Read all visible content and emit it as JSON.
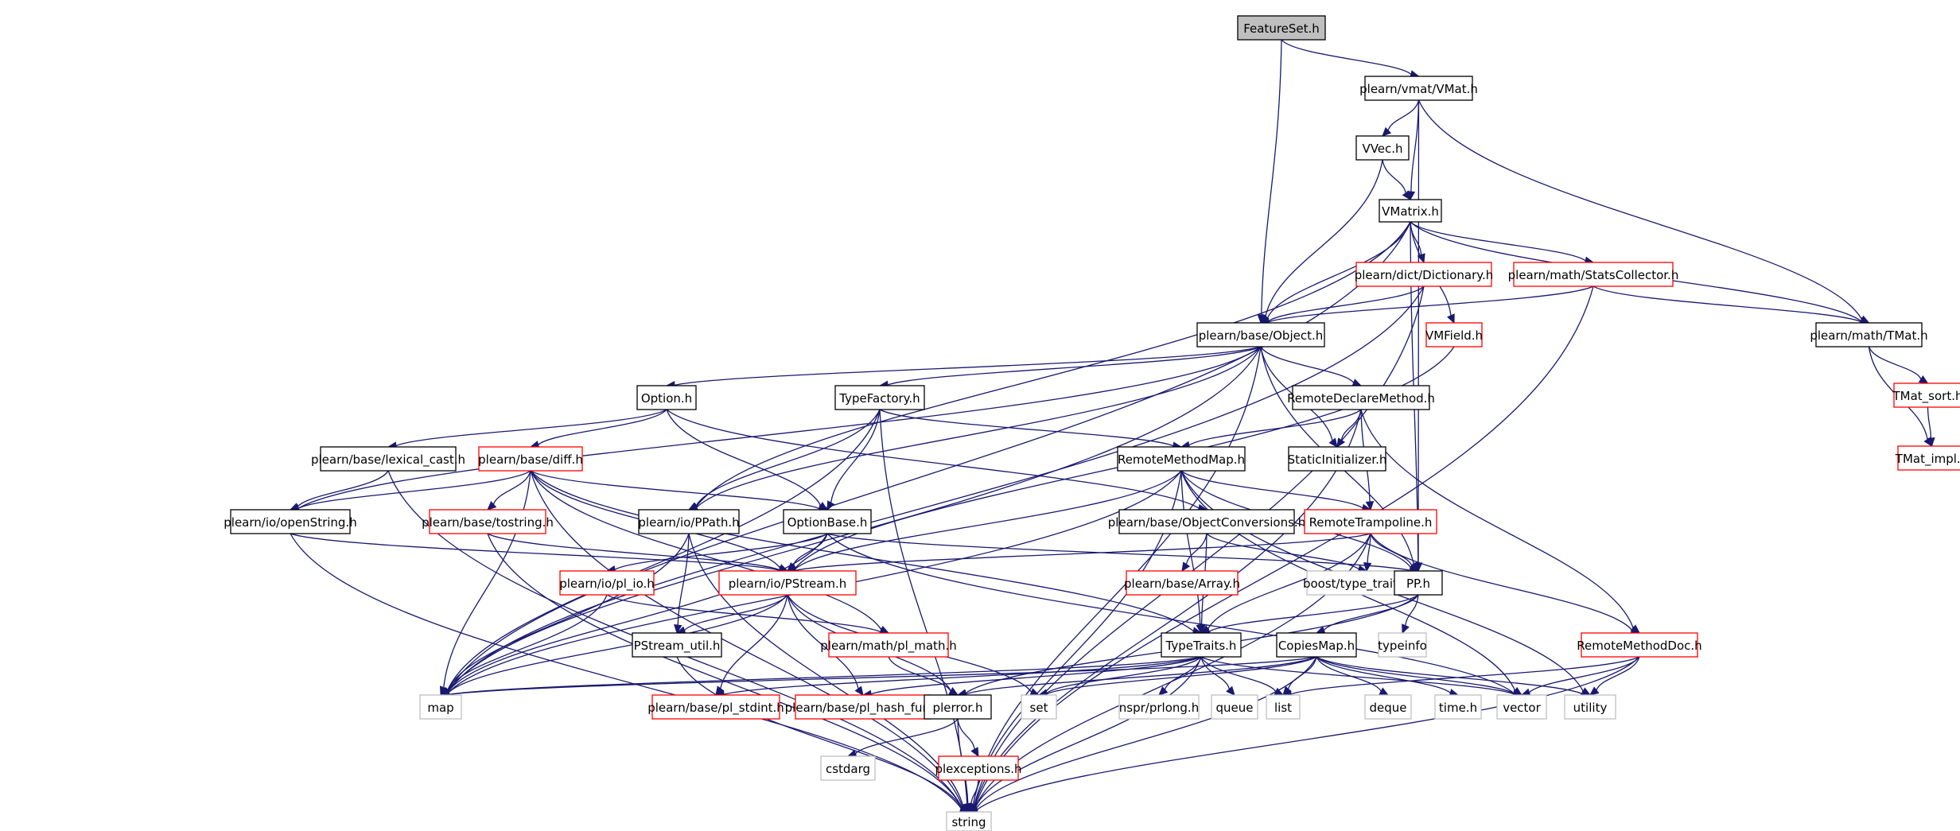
{
  "colors": {
    "edge": "#191970",
    "root_fill": "#bfbfbf",
    "border_normal": "#000000",
    "border_truncated": "#ff0000",
    "border_external": "#bfbfbf",
    "text": "#000000"
  },
  "nodes": [
    {
      "id": "featureset",
      "label": "FeatureSet.h",
      "kind": "root"
    },
    {
      "id": "vmat",
      "label": "plearn/vmat/VMat.h",
      "kind": "normal"
    },
    {
      "id": "vvec",
      "label": "VVec.h",
      "kind": "normal"
    },
    {
      "id": "vmatrix",
      "label": "VMatrix.h",
      "kind": "normal"
    },
    {
      "id": "dictionary",
      "label": "plearn/dict/Dictionary.h",
      "kind": "truncated"
    },
    {
      "id": "statscollector",
      "label": "plearn/math/StatsCollector.h",
      "kind": "truncated"
    },
    {
      "id": "object",
      "label": "plearn/base/Object.h",
      "kind": "normal"
    },
    {
      "id": "vmfield",
      "label": "VMField.h",
      "kind": "truncated"
    },
    {
      "id": "tmat",
      "label": "plearn/math/TMat.h",
      "kind": "normal"
    },
    {
      "id": "tmatsort",
      "label": "TMat_sort.h",
      "kind": "truncated"
    },
    {
      "id": "tmatimpl",
      "label": "TMat_impl.h",
      "kind": "truncated"
    },
    {
      "id": "option",
      "label": "Option.h",
      "kind": "normal"
    },
    {
      "id": "typefactory",
      "label": "TypeFactory.h",
      "kind": "normal"
    },
    {
      "id": "remotedeclare",
      "label": "RemoteDeclareMethod.h",
      "kind": "normal"
    },
    {
      "id": "lexicalcast",
      "label": "plearn/base/lexical_cast.h",
      "kind": "normal"
    },
    {
      "id": "diff",
      "label": "plearn/base/diff.h",
      "kind": "truncated"
    },
    {
      "id": "remotemethodmap",
      "label": "RemoteMethodMap.h",
      "kind": "normal"
    },
    {
      "id": "staticinit",
      "label": "StaticInitializer.h",
      "kind": "normal"
    },
    {
      "id": "openstring",
      "label": "plearn/io/openString.h",
      "kind": "normal"
    },
    {
      "id": "tostring",
      "label": "plearn/base/tostring.h",
      "kind": "truncated"
    },
    {
      "id": "ppath",
      "label": "plearn/io/PPath.h",
      "kind": "normal"
    },
    {
      "id": "optionbase",
      "label": "OptionBase.h",
      "kind": "normal"
    },
    {
      "id": "objconv",
      "label": "plearn/base/ObjectConversions.h",
      "kind": "normal"
    },
    {
      "id": "remotetramp",
      "label": "RemoteTrampoline.h",
      "kind": "truncated"
    },
    {
      "id": "array",
      "label": "plearn/base/Array.h",
      "kind": "truncated"
    },
    {
      "id": "plio",
      "label": "plearn/io/pl_io.h",
      "kind": "truncated"
    },
    {
      "id": "pstream",
      "label": "plearn/io/PStream.h",
      "kind": "truncated"
    },
    {
      "id": "boosttt",
      "label": "boost/type_traits.hpp",
      "kind": "external"
    },
    {
      "id": "pp",
      "label": "PP.h",
      "kind": "normal"
    },
    {
      "id": "typeinfo",
      "label": "typeinfo",
      "kind": "external"
    },
    {
      "id": "plmath",
      "label": "plearn/math/pl_math.h",
      "kind": "truncated"
    },
    {
      "id": "pstreamutil",
      "label": "PStream_util.h",
      "kind": "normal"
    },
    {
      "id": "typetraits",
      "label": "TypeTraits.h",
      "kind": "normal"
    },
    {
      "id": "copiesmap",
      "label": "CopiesMap.h",
      "kind": "normal"
    },
    {
      "id": "remotemethoddoc",
      "label": "RemoteMethodDoc.h",
      "kind": "truncated"
    },
    {
      "id": "map",
      "label": "map",
      "kind": "external"
    },
    {
      "id": "plstdint",
      "label": "plearn/base/pl_stdint.h",
      "kind": "truncated"
    },
    {
      "id": "plhashfun",
      "label": "plearn/base/pl_hash_fun.h",
      "kind": "truncated"
    },
    {
      "id": "set",
      "label": "set",
      "kind": "external"
    },
    {
      "id": "plerror",
      "label": "plerror.h",
      "kind": "normal"
    },
    {
      "id": "nspr",
      "label": "nspr/prlong.h",
      "kind": "external"
    },
    {
      "id": "queue",
      "label": "queue",
      "kind": "external"
    },
    {
      "id": "list",
      "label": "list",
      "kind": "external"
    },
    {
      "id": "deque",
      "label": "deque",
      "kind": "external"
    },
    {
      "id": "timeh",
      "label": "time.h",
      "kind": "external"
    },
    {
      "id": "vector",
      "label": "vector",
      "kind": "external"
    },
    {
      "id": "utility",
      "label": "utility",
      "kind": "external"
    },
    {
      "id": "cstdarg",
      "label": "cstdarg",
      "kind": "external"
    },
    {
      "id": "plexceptions",
      "label": "plexceptions.h",
      "kind": "truncated"
    },
    {
      "id": "string",
      "label": "string",
      "kind": "external"
    }
  ],
  "edges": [
    [
      "featureset",
      "vmat"
    ],
    [
      "featureset",
      "object"
    ],
    [
      "vmat",
      "vvec"
    ],
    [
      "vmat",
      "vmatrix"
    ],
    [
      "vmat",
      "tmat"
    ],
    [
      "vmat",
      "pp"
    ],
    [
      "vvec",
      "vmatrix"
    ],
    [
      "vvec",
      "object"
    ],
    [
      "vmatrix",
      "dictionary"
    ],
    [
      "vmatrix",
      "statscollector"
    ],
    [
      "vmatrix",
      "object"
    ],
    [
      "vmatrix",
      "vmfield"
    ],
    [
      "vmatrix",
      "tmat"
    ],
    [
      "vmatrix",
      "pp"
    ],
    [
      "vmatrix",
      "map"
    ],
    [
      "vmatrix",
      "ppath"
    ],
    [
      "dictionary",
      "object"
    ],
    [
      "dictionary",
      "map"
    ],
    [
      "dictionary",
      "string"
    ],
    [
      "statscollector",
      "object"
    ],
    [
      "statscollector",
      "tmat"
    ],
    [
      "statscollector",
      "string"
    ],
    [
      "vmfield",
      "pstream"
    ],
    [
      "tmat",
      "tmatsort"
    ],
    [
      "tmat",
      "tmatimpl"
    ],
    [
      "tmatsort",
      "tmatimpl"
    ],
    [
      "object",
      "option"
    ],
    [
      "object",
      "typefactory"
    ],
    [
      "object",
      "remotedeclare"
    ],
    [
      "object",
      "staticinit"
    ],
    [
      "object",
      "openstring"
    ],
    [
      "object",
      "ppath"
    ],
    [
      "object",
      "pp"
    ],
    [
      "object",
      "map"
    ],
    [
      "object",
      "string"
    ],
    [
      "option",
      "optionbase"
    ],
    [
      "option",
      "lexicalcast"
    ],
    [
      "option",
      "diff"
    ],
    [
      "option",
      "objconv"
    ],
    [
      "typefactory",
      "ppath"
    ],
    [
      "typefactory",
      "optionbase"
    ],
    [
      "typefactory",
      "remotemethodmap"
    ],
    [
      "typefactory",
      "map"
    ],
    [
      "typefactory",
      "string"
    ],
    [
      "remotedeclare",
      "staticinit"
    ],
    [
      "remotedeclare",
      "remotemethodmap"
    ],
    [
      "remotedeclare",
      "remotetramp"
    ],
    [
      "remotedeclare",
      "remotemethoddoc"
    ],
    [
      "remotedeclare",
      "string"
    ],
    [
      "lexicalcast",
      "openstring"
    ],
    [
      "lexicalcast",
      "string"
    ],
    [
      "diff",
      "openstring"
    ],
    [
      "diff",
      "tostring"
    ],
    [
      "diff",
      "optionbase"
    ],
    [
      "diff",
      "pstream"
    ],
    [
      "diff",
      "plmath"
    ],
    [
      "diff",
      "typetraits"
    ],
    [
      "diff",
      "map"
    ],
    [
      "diff",
      "string"
    ],
    [
      "remotemethodmap",
      "remotetramp"
    ],
    [
      "remotemethodmap",
      "pp"
    ],
    [
      "remotemethodmap",
      "pstream"
    ],
    [
      "remotemethodmap",
      "typetraits"
    ],
    [
      "remotemethodmap",
      "vector"
    ],
    [
      "remotemethodmap",
      "utility"
    ],
    [
      "remotemethodmap",
      "string"
    ],
    [
      "remotemethodmap",
      "map"
    ],
    [
      "openstring",
      "pstream"
    ],
    [
      "openstring",
      "string"
    ],
    [
      "tostring",
      "pstream"
    ],
    [
      "tostring",
      "string"
    ],
    [
      "ppath",
      "map"
    ],
    [
      "ppath",
      "string"
    ],
    [
      "ppath",
      "pstreamutil"
    ],
    [
      "optionbase",
      "pp"
    ],
    [
      "optionbase",
      "pstream"
    ],
    [
      "optionbase",
      "plio"
    ],
    [
      "optionbase",
      "map"
    ],
    [
      "optionbase",
      "vector"
    ],
    [
      "objconv",
      "typetraits"
    ],
    [
      "objconv",
      "array"
    ],
    [
      "objconv",
      "boosttt"
    ],
    [
      "remotetramp",
      "pp"
    ],
    [
      "remotetramp",
      "pstream"
    ],
    [
      "remotetramp",
      "boosttt"
    ],
    [
      "remotetramp",
      "remotemethoddoc"
    ],
    [
      "remotetramp",
      "typetraits"
    ],
    [
      "remotetramp",
      "string"
    ],
    [
      "plio",
      "map"
    ],
    [
      "plio",
      "plmath"
    ],
    [
      "pstream",
      "pstreamutil"
    ],
    [
      "pstream",
      "plstdint"
    ],
    [
      "pstream",
      "plhashfun"
    ],
    [
      "pstream",
      "plerror"
    ],
    [
      "pstream",
      "set"
    ],
    [
      "pstream",
      "map"
    ],
    [
      "pp",
      "typeinfo"
    ],
    [
      "pp",
      "typetraits"
    ],
    [
      "pp",
      "copiesmap"
    ],
    [
      "pp",
      "plerror"
    ],
    [
      "plmath",
      "plerror"
    ],
    [
      "pstreamutil",
      "string"
    ],
    [
      "typetraits",
      "map"
    ],
    [
      "typetraits",
      "set"
    ],
    [
      "typetraits",
      "list"
    ],
    [
      "typetraits",
      "nspr"
    ],
    [
      "typetraits",
      "queue"
    ],
    [
      "typetraits",
      "vector"
    ],
    [
      "typetraits",
      "string"
    ],
    [
      "typetraits",
      "plstdint"
    ],
    [
      "typetraits",
      "plhashfun"
    ],
    [
      "copiesmap",
      "map"
    ],
    [
      "copiesmap",
      "set"
    ],
    [
      "copiesmap",
      "list"
    ],
    [
      "copiesmap",
      "deque"
    ],
    [
      "copiesmap",
      "timeh"
    ],
    [
      "copiesmap",
      "vector"
    ],
    [
      "copiesmap",
      "utility"
    ],
    [
      "copiesmap",
      "string"
    ],
    [
      "copiesmap",
      "plerror"
    ],
    [
      "remotemethoddoc",
      "list"
    ],
    [
      "remotemethoddoc",
      "vector"
    ],
    [
      "remotemethoddoc",
      "utility"
    ],
    [
      "remotemethoddoc",
      "string"
    ],
    [
      "plerror",
      "cstdarg"
    ],
    [
      "plerror",
      "plexceptions"
    ],
    [
      "plerror",
      "string"
    ],
    [
      "plexceptions",
      "string"
    ]
  ]
}
